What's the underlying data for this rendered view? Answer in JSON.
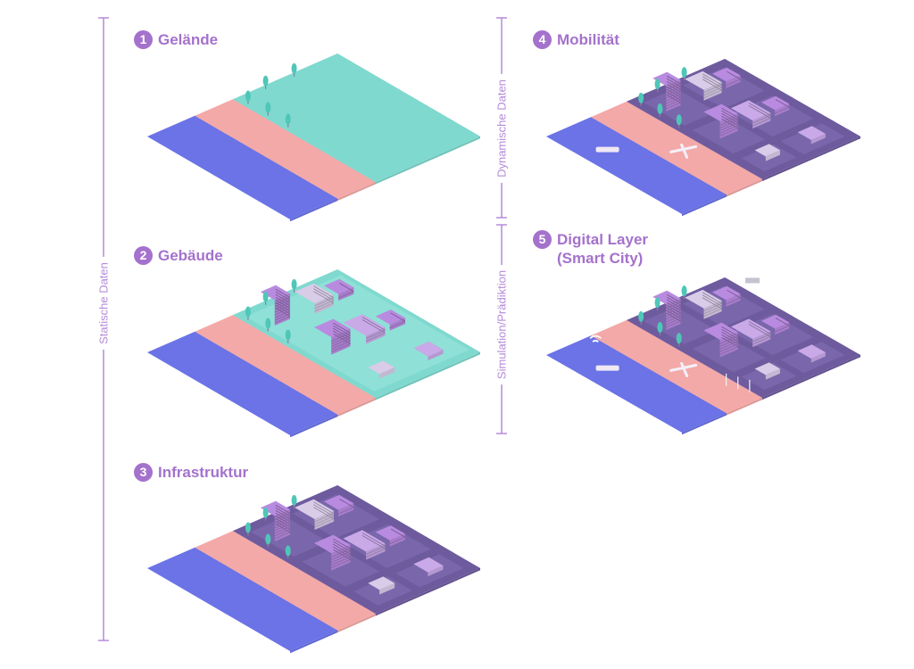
{
  "steps": [
    {
      "num": "1",
      "label": "Gelände"
    },
    {
      "num": "2",
      "label": "Gebäude"
    },
    {
      "num": "3",
      "label": "Infrastruktur"
    },
    {
      "num": "4",
      "label": "Mobilität"
    },
    {
      "num": "5",
      "label": "Digital Layer\n(Smart City)"
    }
  ],
  "axis_labels": {
    "static": "Statische Daten",
    "dynamic": "Dynamische Daten",
    "simulation": "Simulation/Prädiktion"
  },
  "colors": {
    "accent": "#a472cc",
    "water": "#6b73e6",
    "beach": "#f3a9a8",
    "terrain": "#7fd9cf",
    "road": "#6e5b9e",
    "building": "#b98be0"
  }
}
